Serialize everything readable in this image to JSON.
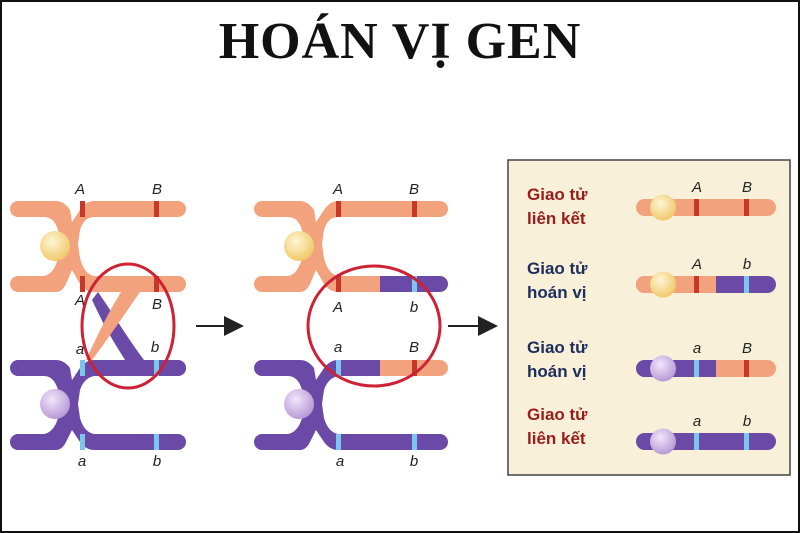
{
  "title": "HOÁN VỊ GEN",
  "alleles": {
    "A": "A",
    "B": "B",
    "a": "a",
    "b": "b"
  },
  "gametes": [
    {
      "line1": "Giao tử",
      "line2": "liên kết",
      "type": "linked"
    },
    {
      "line1": "Giao tử",
      "line2": "hoán vị",
      "type": "recombinant"
    },
    {
      "line1": "Giao tử",
      "line2": "hoán vị",
      "type": "recombinant"
    },
    {
      "line1": "Giao tử",
      "line2": "liên kết",
      "type": "linked"
    }
  ],
  "colors": {
    "orange": "#f2a37e",
    "purple": "#6a4aa6",
    "red_band": "#c8382a",
    "blue_band": "#7cc6ee",
    "circle": "#cc2233",
    "linked_text": "#9b1b1b",
    "recomb_text": "#1e2e5c",
    "panel_bg": "#f8f0d8"
  }
}
